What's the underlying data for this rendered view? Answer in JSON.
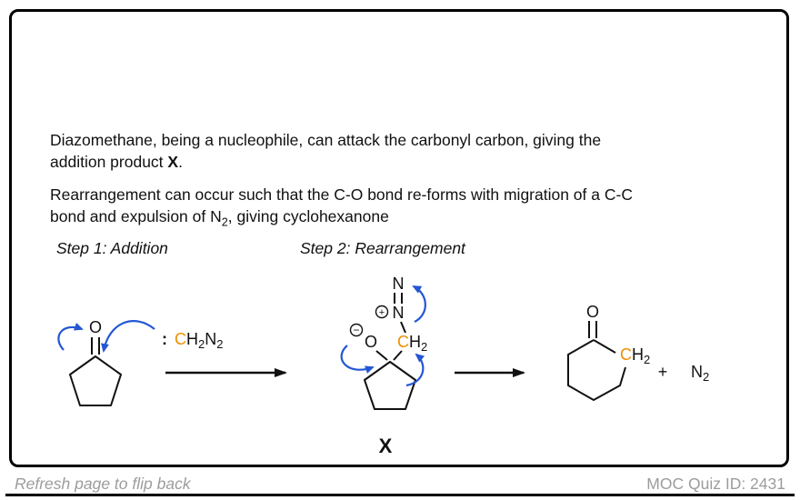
{
  "colors": {
    "arrow-blue": "#2456d4",
    "highlight-orange": "#ef8e00",
    "ink": "#111111",
    "muted": "#9c9c9c"
  },
  "card": {
    "paragraph1": {
      "lead": "Diazomethane, being a nucleophile, can attack the carbonyl carbon, giving the addition product ",
      "bold": "X",
      "tail": "."
    },
    "paragraph2": {
      "lead": "Rearrangement can occur such that the C-O bond re-forms with migration of a C-C bond and expulsion of N",
      "sub": "2",
      "tail": ", giving cyclohexanone"
    },
    "step1_label": "Step 1: Addition",
    "step2_label": "Step 2: Rearrangement",
    "scheme": {
      "reactant_o": "O",
      "nucleophile": {
        "lone_pair": ":",
        "c": "C",
        "h": "H",
        "h_sub": "2",
        "n": "N",
        "n_sub": "2"
      },
      "intermediate": {
        "n_top": "N",
        "n_bottom": "N",
        "plus_charge": "+",
        "minus_charge": "−",
        "o": "O",
        "c": "C",
        "h": "H",
        "h_sub": "2",
        "label": "X"
      },
      "product": {
        "o": "O",
        "c": "C",
        "h": "H",
        "h_sub": "2"
      },
      "plus": "+",
      "byproduct": {
        "n": "N",
        "sub": "2"
      }
    }
  },
  "footer": {
    "flip_hint": "Refresh page to flip back",
    "quiz_id": "MOC Quiz ID: 2431"
  }
}
